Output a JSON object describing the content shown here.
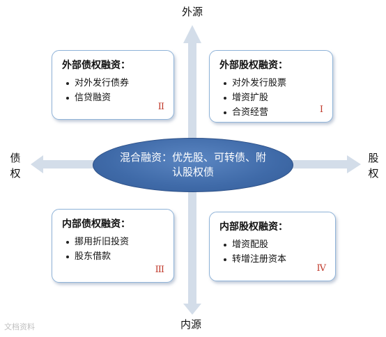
{
  "axes": {
    "top": "外源",
    "bottom": "内源",
    "left": "债权",
    "right": "股权"
  },
  "center": {
    "text": "混合融资：优先股、可转债、附认股权债"
  },
  "quadrants": {
    "top_left": {
      "title": "外部债权融资：",
      "items": [
        "对外发行债券",
        "信贷融资"
      ],
      "numeral": "II"
    },
    "top_right": {
      "title": "外部股权融资：",
      "items": [
        "对外发行股票",
        "增资扩股",
        "合资经营"
      ],
      "numeral": "I"
    },
    "bottom_left": {
      "title": "内部债权融资：",
      "items": [
        "挪用折旧投资",
        "股东借款"
      ],
      "numeral": "III"
    },
    "bottom_right": {
      "title": "内部股权融资：",
      "items": [
        "增资配股",
        "转增注册资本"
      ],
      "numeral": "IV"
    }
  },
  "watermark": "文档资料",
  "colors": {
    "arrow": "#d3dde9",
    "ellipse": "#3f6aa8",
    "numeral": "#c0392b",
    "border": "#8fb3d8"
  }
}
